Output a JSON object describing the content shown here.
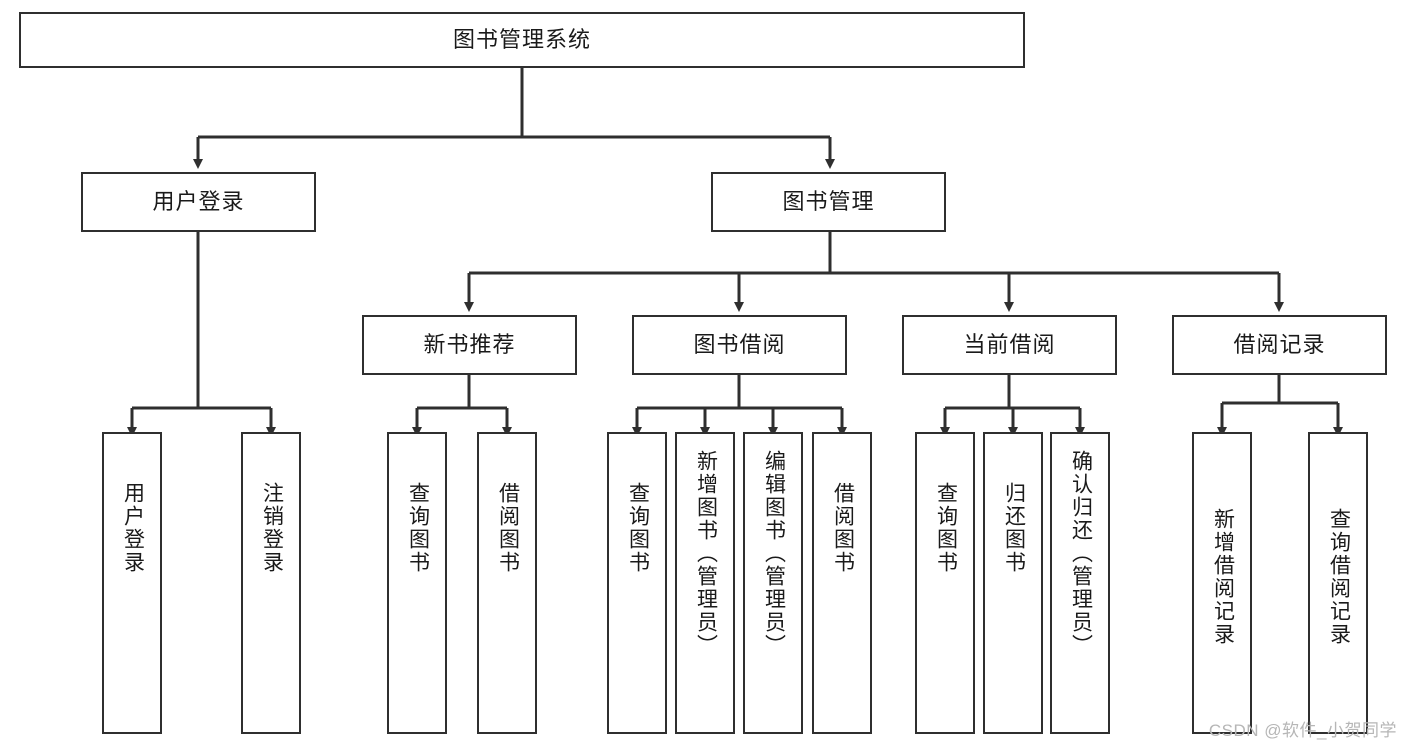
{
  "diagram": {
    "title": "图书管理系统",
    "type": "tree-hierarchy-chart",
    "watermark": "CSDN @软件_小贺同学",
    "colors": {
      "stroke": "#2f2f2f",
      "fill": "#ffffff",
      "text": "#1a1a1a",
      "watermark": "#b6b6b6"
    },
    "root": {
      "label": "图书管理系统"
    },
    "level2": [
      {
        "label": "用户登录"
      },
      {
        "label": "图书管理"
      }
    ],
    "level3": [
      {
        "label": "新书推荐"
      },
      {
        "label": "图书借阅"
      },
      {
        "label": "当前借阅"
      },
      {
        "label": "借阅记录"
      }
    ],
    "leaves": {
      "user_login": [
        {
          "label": "用户登录"
        },
        {
          "label": "注销登录"
        }
      ],
      "new_book": [
        {
          "label": "查询图书"
        },
        {
          "label": "借阅图书"
        }
      ],
      "book_borrow": [
        {
          "label": "查询图书"
        },
        {
          "label": "新增图书（管理员）"
        },
        {
          "label": "编辑图书（管理员）"
        },
        {
          "label": "借阅图书"
        }
      ],
      "current_borrow": [
        {
          "label": "查询图书"
        },
        {
          "label": "归还图书"
        },
        {
          "label": "确认归还（管理员）"
        }
      ],
      "borrow_record": [
        {
          "label": "新增借阅记录"
        },
        {
          "label": "查询借阅记录"
        }
      ]
    }
  }
}
